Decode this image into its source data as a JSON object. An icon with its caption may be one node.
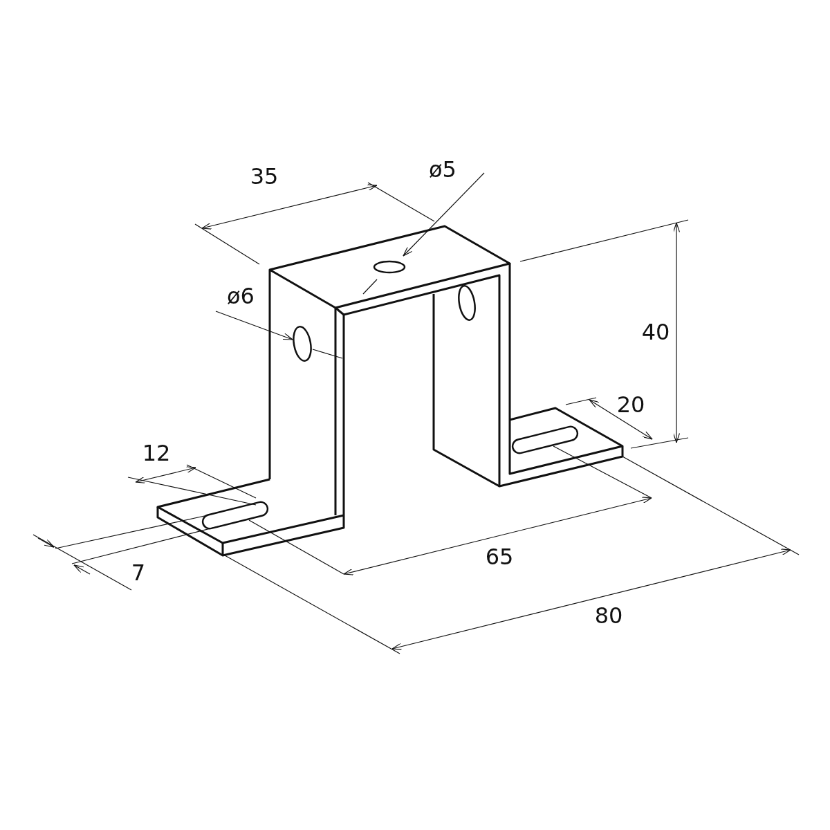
{
  "diagram": {
    "labels": [
      "35",
      "ø5",
      "ø6",
      "40",
      "20",
      "12",
      "65",
      "7",
      "80"
    ]
  }
}
